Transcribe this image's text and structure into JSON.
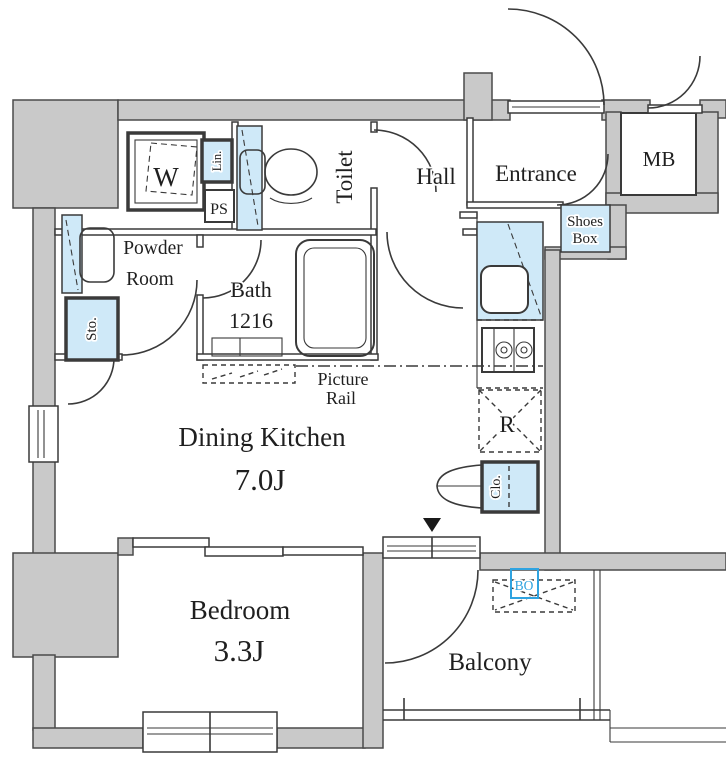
{
  "plan": {
    "title": "apartment-floor-plan",
    "rooms": {
      "dining_kitchen": {
        "name": "Dining Kitchen",
        "size": "7.0J"
      },
      "bedroom": {
        "name": "Bedroom",
        "size": "3.3J"
      },
      "balcony": {
        "name": "Balcony"
      },
      "entrance": {
        "name": "Entrance"
      },
      "hall": {
        "name": "Hall"
      },
      "toilet": {
        "name": "Toilet"
      },
      "powder_room": {
        "line1": "Powder",
        "line2": "Room"
      },
      "bath": {
        "name": "Bath",
        "size": "1216"
      }
    },
    "labels": {
      "meter_box": "MB",
      "shoes_box": {
        "line1": "Shoes",
        "line2": "Box"
      },
      "washing_machine": "W",
      "linen": "Lin.",
      "pipe_space": "PS",
      "storage": "Sto.",
      "refrigerator": "R",
      "closet": "Clo.",
      "balcony_outlet": "BO",
      "picture_rail": {
        "line1": "Picture",
        "line2": "Rail"
      }
    },
    "colors": {
      "wall_fill": "#c9c9c9",
      "wall_outline": "#4a4a4a",
      "fixture_blue": "#cfe9f8",
      "line": "#3a3a3a",
      "text": "#1f1f1f",
      "accent_blue": "#2fa3e0"
    }
  }
}
